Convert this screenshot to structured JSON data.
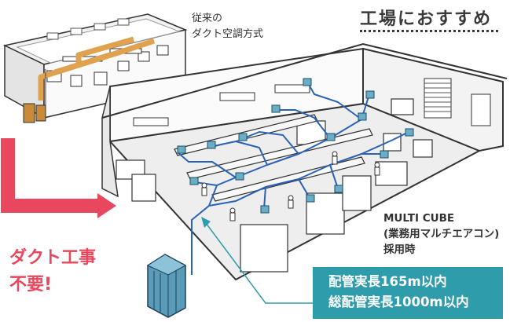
{
  "header": {
    "title": "工場におすすめ"
  },
  "old_system": {
    "line1": "従来の",
    "line2": "ダクト空調方式"
  },
  "new_system": {
    "line1": "MULTI CUBE",
    "line2": "(業務用マルチエアコン)",
    "line3": "採用時"
  },
  "callout": {
    "line1": "ダクト工事",
    "line2": "不要!"
  },
  "spec": {
    "line1": "配管実長165m以内",
    "line2": "総配管実長1000m以内"
  },
  "colors": {
    "duct": "#e8b060",
    "pipe": "#2a62b8",
    "red": "#e8475e",
    "teal": "#2f9cac",
    "unit": "#5fa6bd"
  }
}
